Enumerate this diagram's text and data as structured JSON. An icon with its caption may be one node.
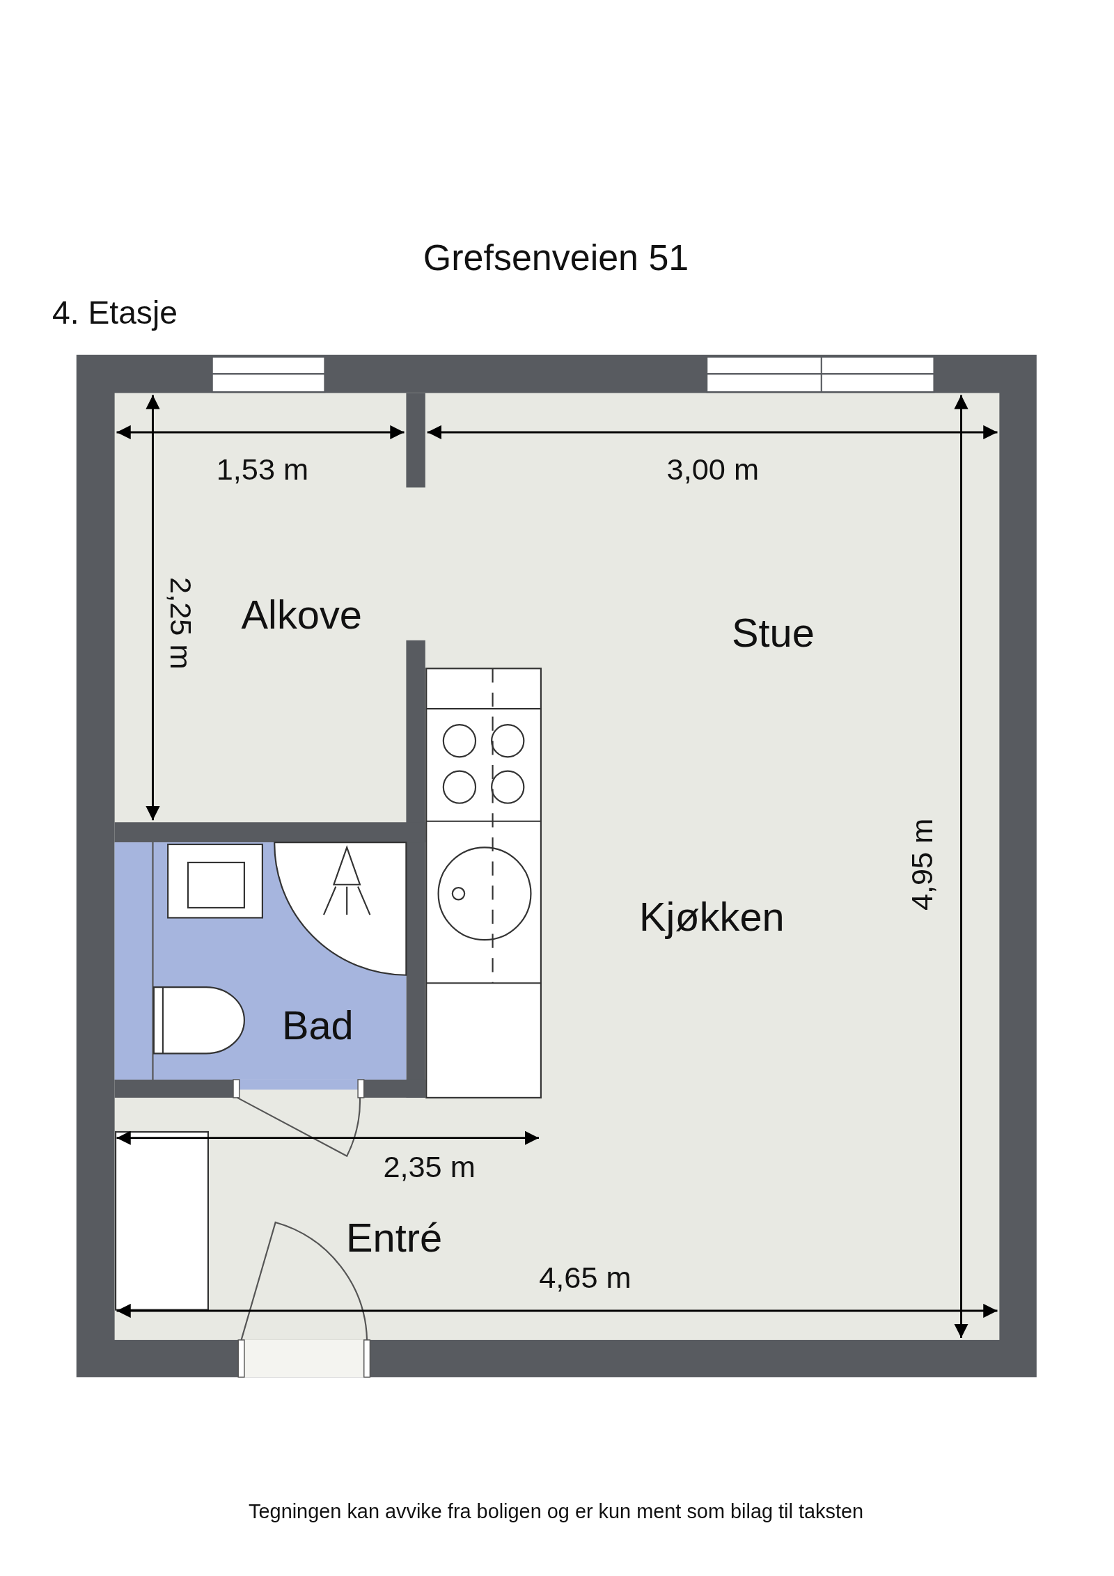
{
  "diagram": {
    "title": "Grefsenveien 51",
    "caption": "Tegningen kan avvike fra boligen og er kun ment som bilag til taksten",
    "labels": [
      "4. Etasje",
      "1,53 m",
      "3,00 m",
      "2,25 m",
      "Alkove",
      "Stue",
      "4,95 m",
      "Kjøkken",
      "Bad",
      "2,35 m",
      "Entré",
      "4,65 m"
    ]
  }
}
